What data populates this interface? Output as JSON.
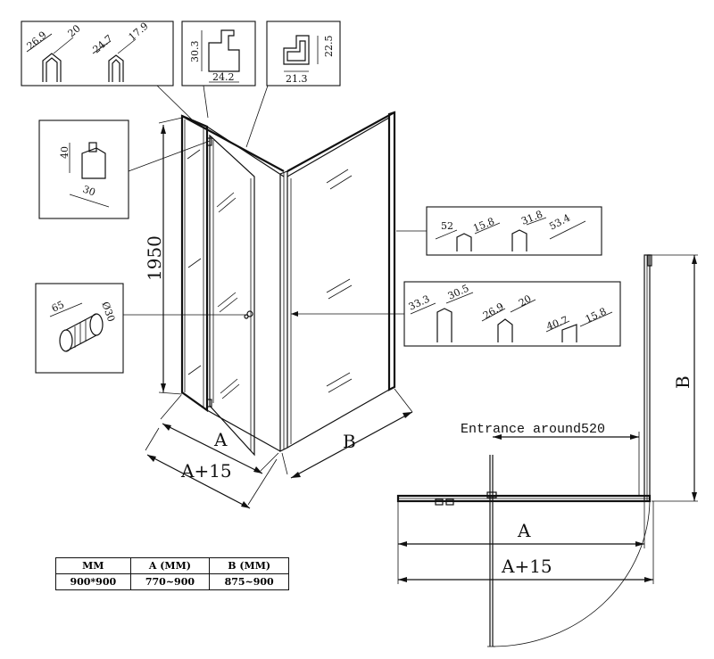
{
  "dimensions": {
    "height": "1950",
    "width_a": "A",
    "width_a15": "A+15",
    "width_b": "B",
    "plan_a": "A",
    "plan_a15": "A+15",
    "plan_b": "B",
    "entrance": "Entrance around520"
  },
  "details": {
    "hinge_top": [
      "26.9",
      "20",
      "24.7",
      "17.9"
    ],
    "profile_1": [
      "30.3",
      "24.2"
    ],
    "profile_2": [
      "21.3",
      "22.5"
    ],
    "hinge_clip": [
      "40",
      "30"
    ],
    "knob": [
      "65",
      "Ø30"
    ],
    "seal_right": [
      "52",
      "15.8",
      "31.8",
      "53.4"
    ],
    "seal_bottom": [
      "33.3",
      "30.5",
      "26.9",
      "20",
      "40.7",
      "15.8"
    ]
  },
  "table": {
    "headers": [
      "MM",
      "A (MM)",
      "B (MM)"
    ],
    "row": [
      "900*900",
      "770~900",
      "875~900"
    ]
  }
}
